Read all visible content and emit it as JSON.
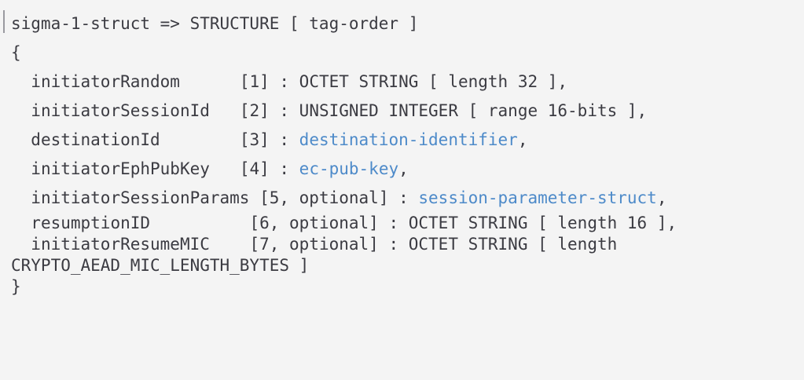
{
  "block": {
    "kind": "source-listing",
    "background_color": "#f4f4f4",
    "text_color": "#3b3b42",
    "reference_color": "#4d8ac9",
    "caret_visible": true
  },
  "code": {
    "header": "sigma-1-struct => STRUCTURE [ tag-order ]",
    "open_brace": "{",
    "close_brace": "}",
    "fields": [
      {
        "name": "initiatorRandom",
        "name_pad": "initiatorRandom      ",
        "tag": "[1] : ",
        "type": "OCTET STRING [ length 32 ]",
        "type_is_reference": false,
        "trailer": ","
      },
      {
        "name": "initiatorSessionId",
        "name_pad": "initiatorSessionId   ",
        "tag": "[2] : ",
        "type": "UNSIGNED INTEGER [ range 16-bits ]",
        "type_is_reference": false,
        "trailer": ","
      },
      {
        "name": "destinationId",
        "name_pad": "destinationId        ",
        "tag": "[3] : ",
        "type": "destination-identifier",
        "type_is_reference": true,
        "trailer": ","
      },
      {
        "name": "initiatorEphPubKey",
        "name_pad": "initiatorEphPubKey   ",
        "tag": "[4] : ",
        "type": "ec-pub-key",
        "type_is_reference": true,
        "trailer": ","
      },
      {
        "name": "initiatorSessionParams",
        "name_pad": "initiatorSessionParams",
        "tag": " [5, optional] : ",
        "type": "session-parameter-struct",
        "type_is_reference": true,
        "trailer": ","
      },
      {
        "name": "resumptionID",
        "name_pad": "resumptionID         ",
        "tag": " [6, optional] : ",
        "type": "OCTET STRING [ length 16 ]",
        "type_is_reference": false,
        "trailer": ","
      },
      {
        "name": "initiatorResumeMIC",
        "name_pad": "initiatorResumeMIC   ",
        "tag": " [7, optional] : ",
        "type": "OCTET STRING [ length CRYPTO_AEAD_MIC_LENGTH_BYTES ]",
        "type_is_reference": false,
        "trailer": ""
      }
    ],
    "plain_text": "sigma-1-struct => STRUCTURE [ tag-order ]\n{\n  initiatorRandom       [1] : OCTET STRING [ length 32 ],\n  initiatorSessionId    [2] : UNSIGNED INTEGER [ range 16-bits ],\n  destinationId         [3] : destination-identifier,\n  initiatorEphPubKey    [4] : ec-pub-key,\n  initiatorSessionParams [5, optional] : session-parameter-struct,\n  resumptionID          [6, optional] : OCTET STRING [ length 16 ],\n  initiatorResumeMIC    [7, optional] : OCTET STRING [ length CRYPTO_AEAD_MIC_LENGTH_BYTES ]\n}"
  }
}
